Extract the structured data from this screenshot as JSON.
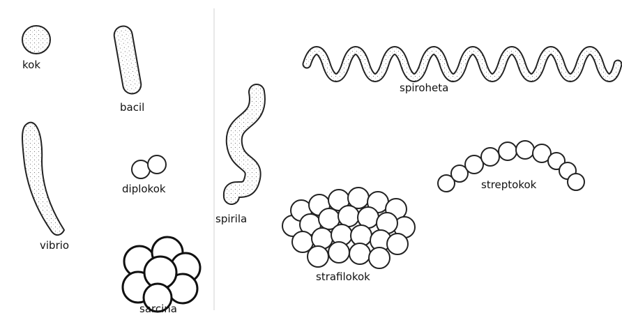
{
  "labels": {
    "kok": "kok",
    "bacil": "bacil",
    "vibrio": "vibrio",
    "diplokok": "diplokok",
    "sarcina": "sarcina",
    "spirila": "spirila",
    "spiroheta": "spiroheta",
    "streptokok": "streptokok",
    "strafilokok": "strafilokok"
  }
}
